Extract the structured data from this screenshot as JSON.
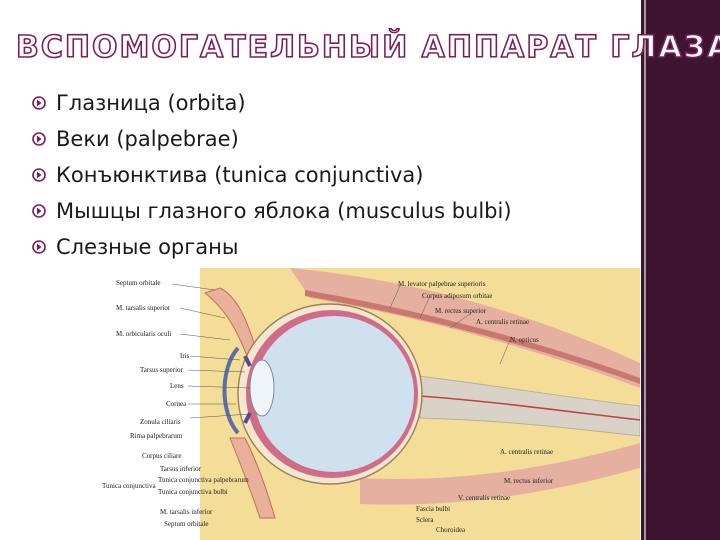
{
  "title": "ВСПОМОГАТЕЛЬНЫЙ АППАРАТ ГЛАЗА",
  "bullets": [
    "Глазница (orbita)",
    "Веки (palpebrae)",
    "Конъюнктива (tunica conjunctiva)",
    "Мышцы глазного яблока (musculus bulbi)",
    "Слезные органы"
  ],
  "figure": {
    "labels_left": [
      "Septum orbitale",
      "M. tarsalis superior",
      "M. orbicularis oculi",
      "Iris",
      "Tarsus superior",
      "Lens",
      "Cornea",
      "Zonula ciliaris",
      "Rima palpebrarum",
      "Corpus ciliare",
      "Tarsus inferior",
      "Tunica conjunctiva palpebrarum",
      "Tunica conjunctiva bulbi",
      "Tunica conjunctiva",
      "M. tarsalis inferior",
      "Septum orbitale"
    ],
    "labels_right": [
      "M. levator palpebrae superioris",
      "Corpus adiposum orbitae",
      "M. rectus superior",
      "A. centralis retinae",
      "N. opticus",
      "A. centralis retinae",
      "M. rectus inferior",
      "V. centralis retinae",
      "Fascia bulbi",
      "Sclera",
      "Choroidea"
    ]
  },
  "colors": {
    "title_outline": "#7a1f5a",
    "sidebar": "#3d1530",
    "bullet_icon": "#7a1f5a"
  }
}
